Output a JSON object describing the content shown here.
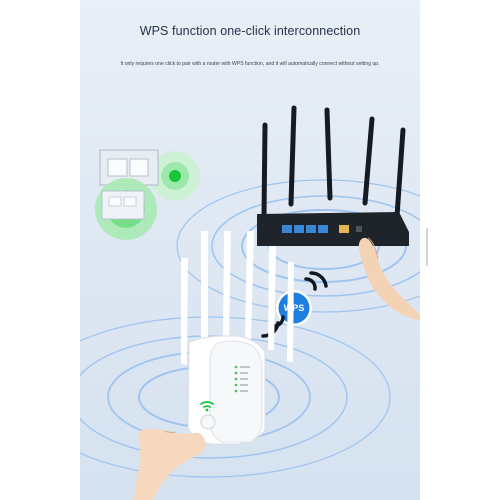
{
  "header": {
    "title": "WPS function one-click interconnection",
    "subtitle": "It only requires one click to pair with a router with WPS function, and it will automatically connect without setting up."
  },
  "badges": {
    "wps_label": "WPS"
  },
  "colors": {
    "background": "#dfe8f3",
    "wave": "#9fc4ef",
    "router": "#222831",
    "router_port": "#3c87d6",
    "wps_badge": "#1f7fe0",
    "green_signal": "#16c93a",
    "extender": "#ffffff",
    "skin": "#f7dcc3"
  },
  "icons": {
    "wifi": "wifi-icon",
    "router": "router-icon",
    "extender": "wifi-extender-icon",
    "hand": "hand-icon"
  }
}
